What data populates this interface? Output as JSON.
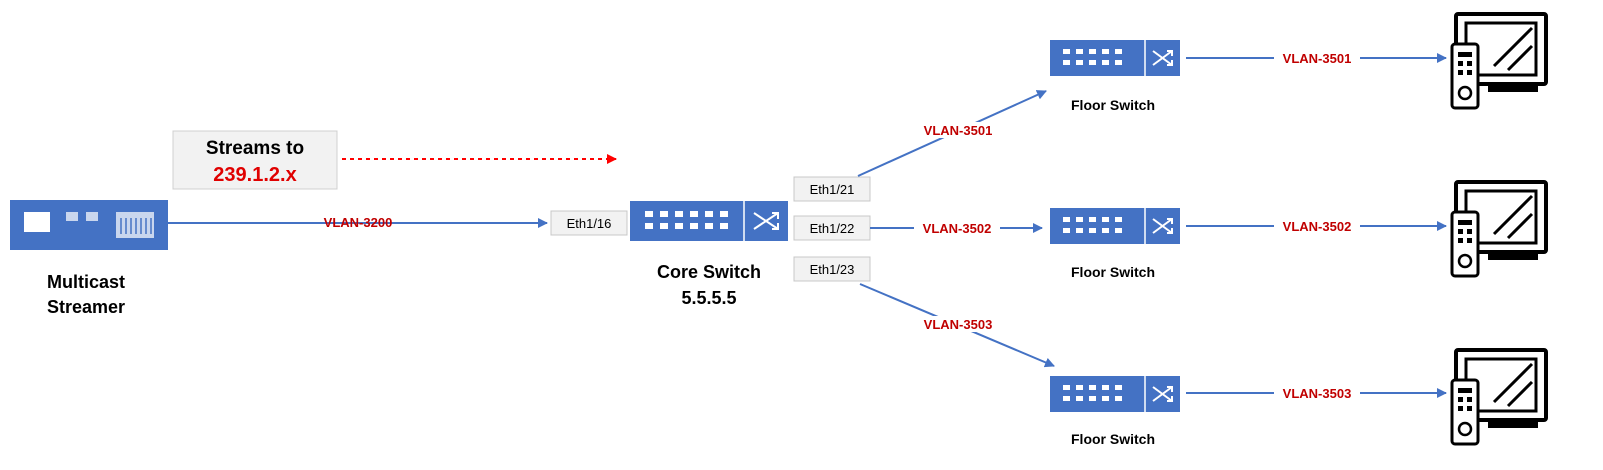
{
  "streamer": {
    "label_line1": "Multicast",
    "label_line2": "Streamer"
  },
  "note": {
    "line1": "Streams to",
    "line2": "239.1.2.x"
  },
  "links": {
    "streamer_vlan": "VLAN-3200",
    "core_in_port": "Eth1/16",
    "up": {
      "port": "Eth1/21",
      "vlan": "VLAN-3501",
      "tv_vlan": "VLAN-3501"
    },
    "mid": {
      "port": "Eth1/22",
      "vlan": "VLAN-3502",
      "tv_vlan": "VLAN-3502"
    },
    "low": {
      "port": "Eth1/23",
      "vlan": "VLAN-3503",
      "tv_vlan": "VLAN-3503"
    }
  },
  "core": {
    "label_line1": "Core Switch",
    "label_line2": "5.5.5.5"
  },
  "floor_switches": [
    {
      "label": "Floor Switch"
    },
    {
      "label": "Floor Switch"
    },
    {
      "label": "Floor Switch"
    }
  ],
  "colors": {
    "device_blue": "#4472c4",
    "line_blue": "#4472c4",
    "vlan_red": "#c00000",
    "arrow_red": "#ff0000"
  }
}
